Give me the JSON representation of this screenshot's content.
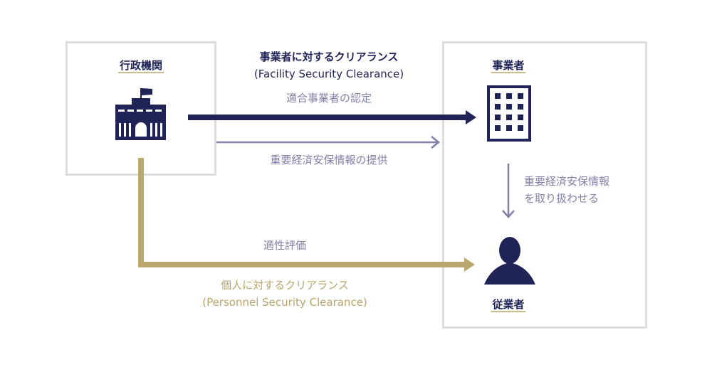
{
  "entities": {
    "government": "行政機関",
    "business": "事業者",
    "employee": "従業者"
  },
  "facility_clearance": {
    "title": "事業者に対するクリアランス",
    "subtitle": "(Facility Security Clearance)",
    "action": "適合事業者の認定"
  },
  "info_provision": "重要経済安保情報の提供",
  "handling": {
    "line1": "重要経済安保情報",
    "line2": "を取り扱わせる"
  },
  "personnel_clearance": {
    "action": "適性評価",
    "title": "個人に対するクリアランス",
    "subtitle": "(Personnel Security Clearance)"
  },
  "colors": {
    "navy": "#1f2356",
    "purple_gray": "#8080a8",
    "gold": "#bba86f",
    "box_border": "#dddddd"
  },
  "icons": [
    "government-building-icon",
    "office-building-icon",
    "person-icon"
  ]
}
